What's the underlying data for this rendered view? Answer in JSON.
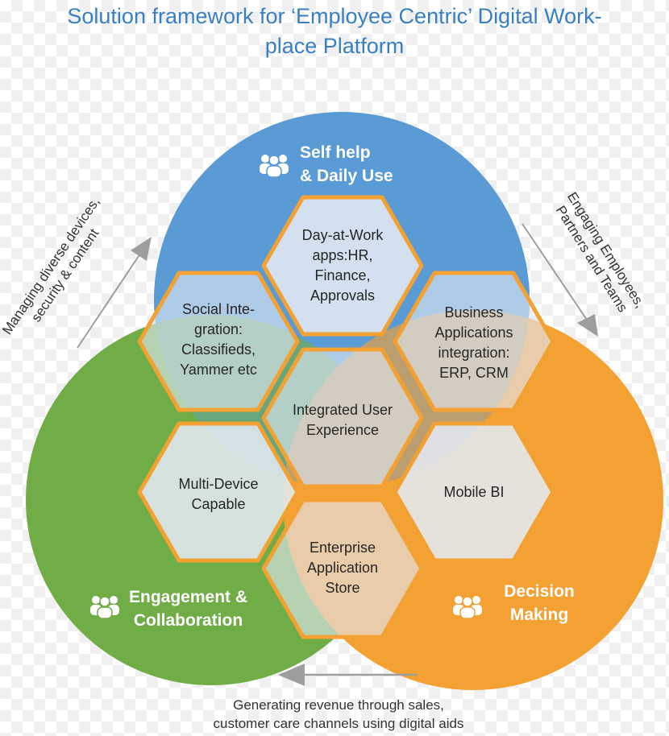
{
  "title": {
    "line1": "Solution framework for ‘Employee Centric’ Digital Work-",
    "line2": "place Platform"
  },
  "colors": {
    "blue": "#5b9bd5",
    "green": "#70ad47",
    "orange": "#f4a133",
    "title": "#3a7fc1",
    "hex_fill": "#e2e9f3",
    "hex_stroke": "#f4a133",
    "arrow": "#9e9e9e"
  },
  "circles": {
    "self_help": {
      "line1": "Self help",
      "line2": "& Daily Use",
      "icon": "people-icon"
    },
    "engagement": {
      "line1": "Engagement &",
      "line2": "Collaboration",
      "icon": "people-icon"
    },
    "decision": {
      "line1": "Decision",
      "line2": "Making",
      "icon": "people-icon"
    }
  },
  "hexes": {
    "day_at_work": "Day-at-Work\napps:HR,\nFinance,\nApprovals",
    "social": "Social Inte-\ngration:\nClassifieds,\nYammer etc",
    "business_apps": "Business\nApplications\nintegration:\nERP, CRM",
    "integrated_ux": "Integrated User\nExperience",
    "multi_device": "Multi-Device\nCapable",
    "mobile_bi": "Mobile BI",
    "app_store": "Enterprise\nApplication\nStore"
  },
  "side_labels": {
    "left": {
      "line1": "Managing diverse devices,",
      "line2": "security & content"
    },
    "right": {
      "line1": "Engaging Employees,",
      "line2": "Partners and Teams"
    }
  },
  "bottom_label": {
    "line1": "Generating revenue through sales,",
    "line2": "customer care channels using digital aids"
  }
}
